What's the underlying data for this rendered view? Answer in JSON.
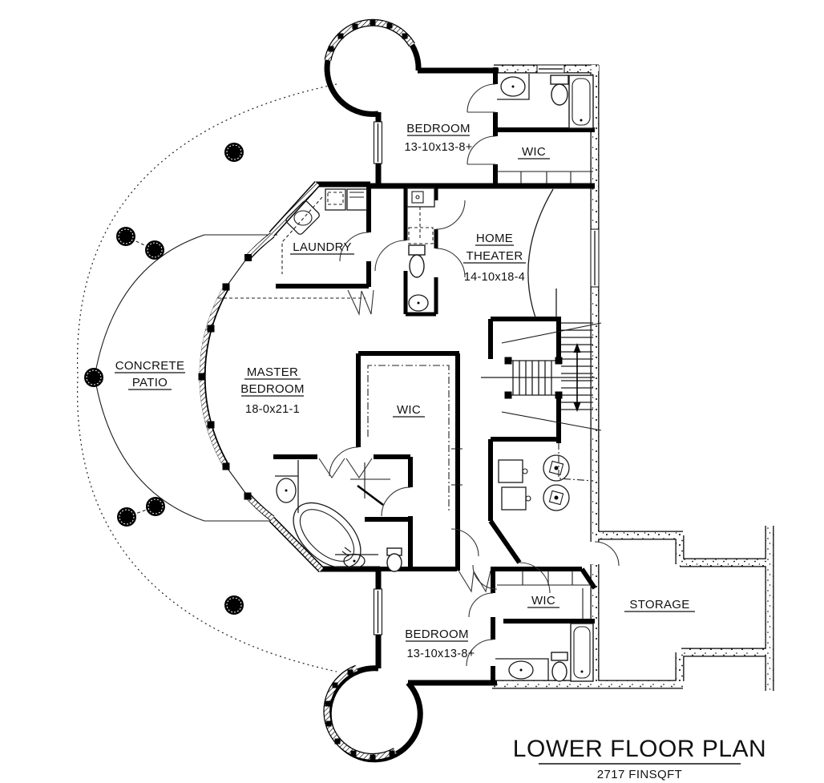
{
  "drawing": {
    "title": "LOWER FLOOR PLAN",
    "subtitle": "2717 FINSQFT"
  },
  "rooms": {
    "bedroom_top": {
      "name": "BEDROOM",
      "dims": "13-10x13-8+"
    },
    "wic_top": {
      "name": "WIC"
    },
    "home_theater": {
      "name_line1": "HOME",
      "name_line2": "THEATER",
      "dims": "14-10x18-4"
    },
    "laundry": {
      "name": "LAUNDRY"
    },
    "concrete_patio": {
      "name_line1": "CONCRETE",
      "name_line2": "PATIO"
    },
    "master_bedroom": {
      "name_line1": "MASTER",
      "name_line2": "BEDROOM",
      "dims": "18-0x21-1"
    },
    "wic_middle": {
      "name": "WIC"
    },
    "wic_bottom": {
      "name": "WIC"
    },
    "bedroom_bottom": {
      "name": "BEDROOM",
      "dims": "13-10x13-8+"
    },
    "storage": {
      "name": "STORAGE"
    }
  },
  "colors": {
    "walls": "#000000",
    "background": "#ffffff",
    "annotation": "#1a1a1a"
  }
}
